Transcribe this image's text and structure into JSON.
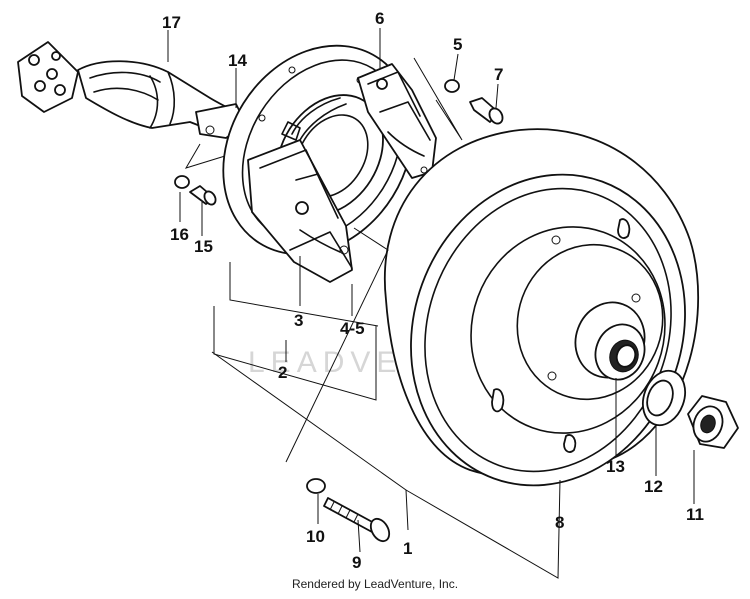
{
  "callouts": {
    "c1": "1",
    "c2": "2",
    "c3": "3",
    "c45": "4-5",
    "c5": "5",
    "c6": "6",
    "c7": "7",
    "c8": "8",
    "c9": "9",
    "c10": "10",
    "c11": "11",
    "c12": "12",
    "c13": "13",
    "c14": "14",
    "c15": "15",
    "c16": "16",
    "c17": "17"
  },
  "watermark": "LEADVENTURE",
  "footer": "Rendered by LeadVenture, Inc."
}
